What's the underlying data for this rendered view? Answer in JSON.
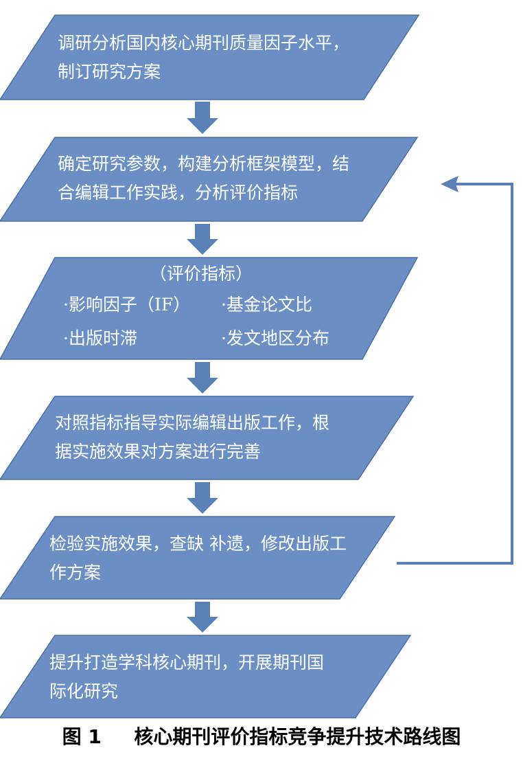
{
  "steps": [
    {
      "text": "调研分析国内核心期刊质量因子水平，\n制订研究方案"
    },
    {
      "text": "确定研究参数，构建分析框架模型，结\n合编辑工作实践，分析评价指标"
    },
    {
      "title": "（评价指标）",
      "items": [
        "·影响因子（IF）",
        "·基金论文比",
        "·出版时滞",
        "·发文地区分布"
      ]
    },
    {
      "text": "对照指标指导实际编辑出版工作，根\n据实施效果对方案进行完善"
    },
    {
      "text": "检验实施效果，查缺 补遗，修改出版工\n作方案"
    },
    {
      "text": "提升打造学科核心期刊，开展期刊国\n际化研究"
    }
  ],
  "caption": {
    "label": "图 1",
    "title": "核心期刊评价指标竞争提升技术路线图"
  },
  "colors": {
    "shape_fill": "#6b8fc4",
    "shape_stroke": "#4a6fa5",
    "arrow": "#5a80b8",
    "text": "#ffffff"
  }
}
